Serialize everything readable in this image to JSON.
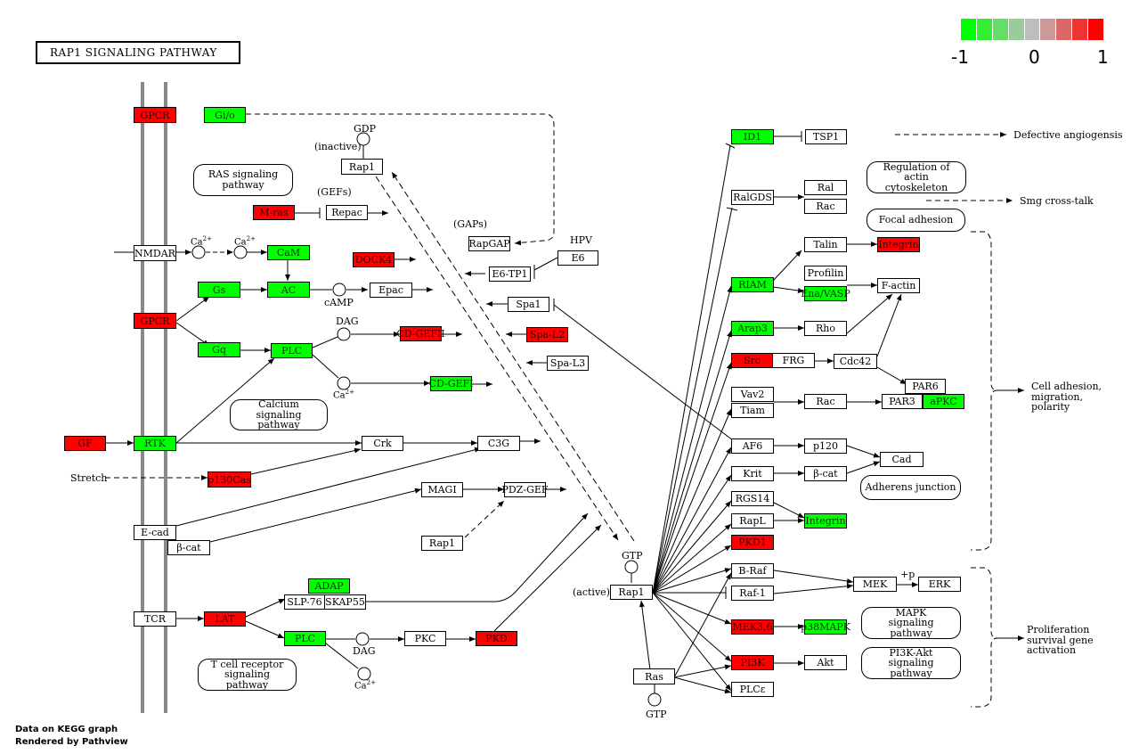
{
  "title": "RAP1 SIGNALING PATHWAY",
  "legend": {
    "colors": [
      "#00ff00",
      "#33ee33",
      "#66dd66",
      "#99cc99",
      "#bebebe",
      "#cc9999",
      "#dd6666",
      "#ee3333",
      "#ff0000"
    ],
    "min": "-1",
    "mid": "0",
    "max": "1"
  },
  "footer": {
    "line1": "Data on KEGG graph",
    "line2": "Rendered by Pathview"
  },
  "nodes": {
    "gpcr1": "GPCR",
    "gio": "Gi/o",
    "nmdar": "NMDAR",
    "cam": "CaM",
    "gs": "Gs",
    "ac": "AC",
    "gpcr2": "GPCR",
    "gq": "Gq",
    "plc1": "PLC",
    "gf": "GF",
    "rtk": "RTK",
    "p130cas": "p130Cas",
    "crk": "Crk",
    "c3g": "C3G",
    "ecad": "E-cad",
    "bcat1": "β-cat",
    "magi": "MAGI",
    "pdzgef": "PDZ-GEF",
    "rap1c": "Rap1",
    "tcr": "TCR",
    "lat": "LAT",
    "adap": "ADAP",
    "slp76": "SLP-76",
    "skap55": "SKAP55",
    "plc2": "PLC",
    "pkc": "PKC",
    "pkd": "PKD",
    "rap1a": "Rap1",
    "mras": "M-ras",
    "repac": "Repac",
    "rapgap": "RapGAP",
    "e6": "E6",
    "e6tp1": "E6-TP1",
    "dock4": "DOCK4",
    "spa1": "Spa1",
    "epac": "Epac",
    "cdgef1": "CD-GEFII",
    "spal2": "Spa-L2",
    "spal3": "Spa-L3",
    "cdgef2": "CD-GEFI",
    "rap1b": "Rap1",
    "ras": "Ras",
    "id1": "ID1",
    "tsp1": "TSP1",
    "ralgds": "RalGDS",
    "ral": "Ral",
    "rac1": "Rac",
    "talin": "Talin",
    "integrin1": "Integrin",
    "riam": "RIAM",
    "profilin": "Profilin",
    "enavasp": "Ena/VASP",
    "factin": "F-actin",
    "arap3": "Arap3",
    "rho": "Rho",
    "src": "Src",
    "frg": "FRG",
    "cdc42": "Cdc42",
    "vav2": "Vav2",
    "tiam": "Tiam",
    "rac2": "Rac",
    "par6": "PAR6",
    "par3": "PAR3",
    "apkc": "aPKC",
    "af6": "AF6",
    "p120": "p120",
    "cad": "Cad",
    "krit": "Krit",
    "bcat2": "β-cat",
    "rgs14": "RGS14",
    "rapl": "RapL",
    "integrin2": "Integrin",
    "pkd1": "PKD1",
    "braf": "B-Raf",
    "raf1": "Raf-1",
    "mek": "MEK",
    "erk": "ERK",
    "mek36": "MEK3,6",
    "p38": "p38MAPK",
    "pi3k": "PI3K",
    "akt": "Akt",
    "plce": "PLCε"
  },
  "maps": {
    "ras": "RAS signaling pathway",
    "calcium": "Calcium signaling pathway",
    "tcell": "T cell receptor signaling pathway",
    "regulation": "Regulation of actin cytoskeleton",
    "focal": "Focal adhesion",
    "adherens": "Adherens junction",
    "mapk": "MAPK signaling pathway",
    "pi3k": "PI3K-Akt signaling pathway"
  },
  "labels": {
    "gdp": "GDP",
    "inactive": "(inactive)",
    "gefs": "(GEFs)",
    "gaps": "(GAPs)",
    "hpv": "HPV",
    "camp": "cAMP",
    "dag1": "DAG",
    "dag2": "DAG",
    "stretch": "Stretch",
    "gtp1": "GTP",
    "active": "(active)",
    "gtp2": "GTP",
    "p": "+p",
    "defective": "Defective angiogensis",
    "smg": "Smg cross-talk",
    "celladh": "Cell adhesion, migration, polarity",
    "prolif": "Proliferation survival gene activation"
  }
}
